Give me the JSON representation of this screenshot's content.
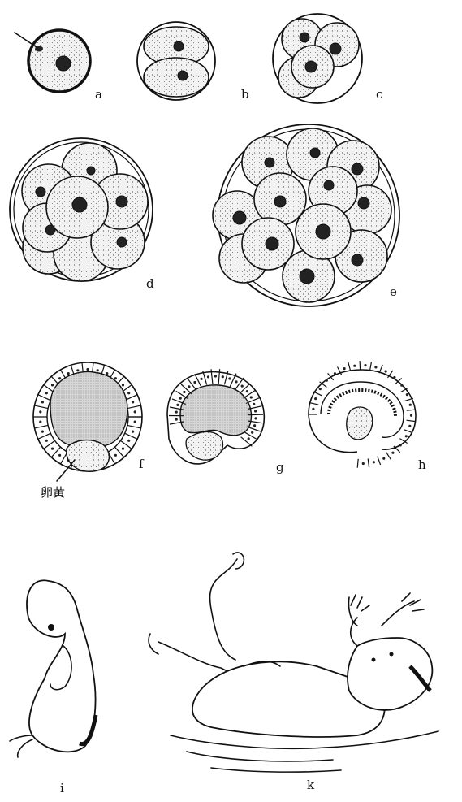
{
  "labels": {
    "a": "a",
    "b": "b",
    "c": "c",
    "d": "d",
    "e": "e",
    "f": "f",
    "g": "g",
    "h": "h",
    "i": "i",
    "k": "k"
  },
  "annotation": {
    "yolk": "卵黄"
  }
}
